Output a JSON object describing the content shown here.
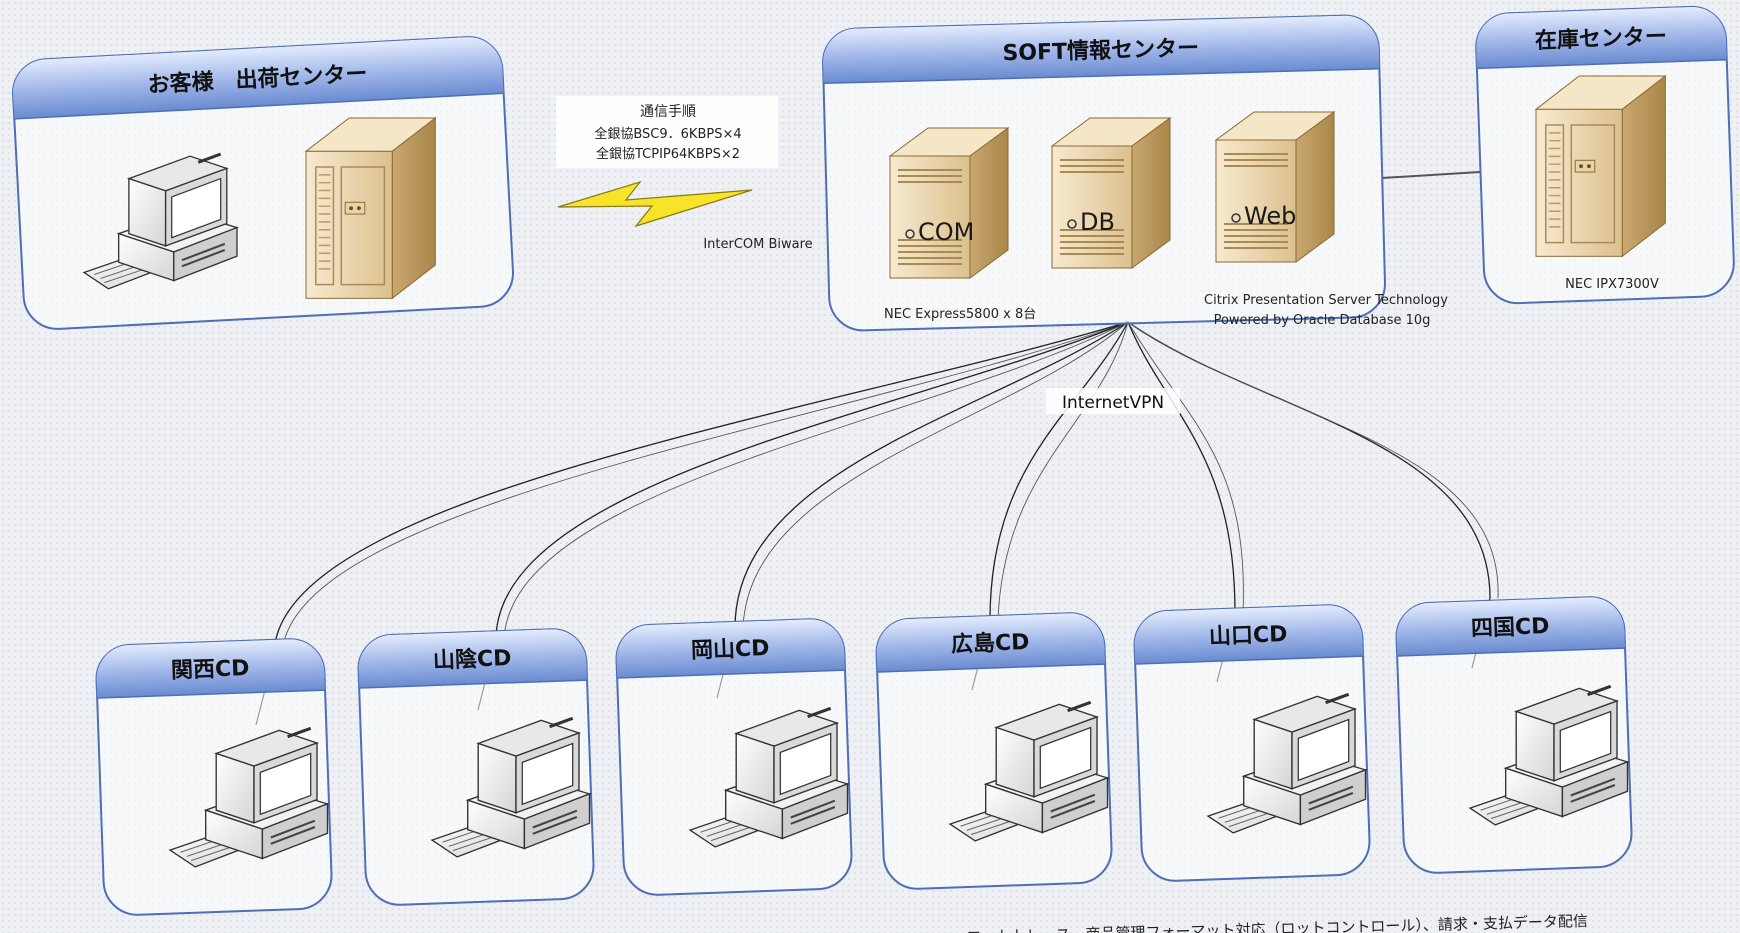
{
  "centers": {
    "customer": {
      "title": "お客様　出荷センター"
    },
    "soft": {
      "title": "SOFT情報センター",
      "servers": [
        {
          "label": "COM"
        },
        {
          "label": "DB"
        },
        {
          "label": "Web"
        }
      ],
      "note_left": "NEC Express5800 x 8台",
      "note_right_1": "Citrix Presentation Server Technology",
      "note_right_2": "Powered by Oracle Database 10g"
    },
    "inventory": {
      "title": "在庫センター",
      "note": "NEC IPX7300V"
    }
  },
  "link": {
    "procedure_title": "通信手順",
    "procedure_line1": "全銀協BSC9．6KBPS×4",
    "procedure_line2": "全銀協TCPIP64KBPS×2",
    "software": "InterCOM Biware"
  },
  "network": {
    "label": "InternetVPN"
  },
  "branches": [
    {
      "title": "関西CD"
    },
    {
      "title": "山陰CD"
    },
    {
      "title": "岡山CD"
    },
    {
      "title": "広島CD"
    },
    {
      "title": "山口CD"
    },
    {
      "title": "四国CD"
    }
  ],
  "footer": {
    "text": "ロットトレース、商品管理フォーマット対応（ロットコントロール）、請求・支払データ配信"
  },
  "colors": {
    "header_top": "#dde7fb",
    "header_bottom": "#6f8ed2",
    "border": "#4d6fb5",
    "server": "#e9d3a6",
    "bolt": "#f6e32a"
  }
}
